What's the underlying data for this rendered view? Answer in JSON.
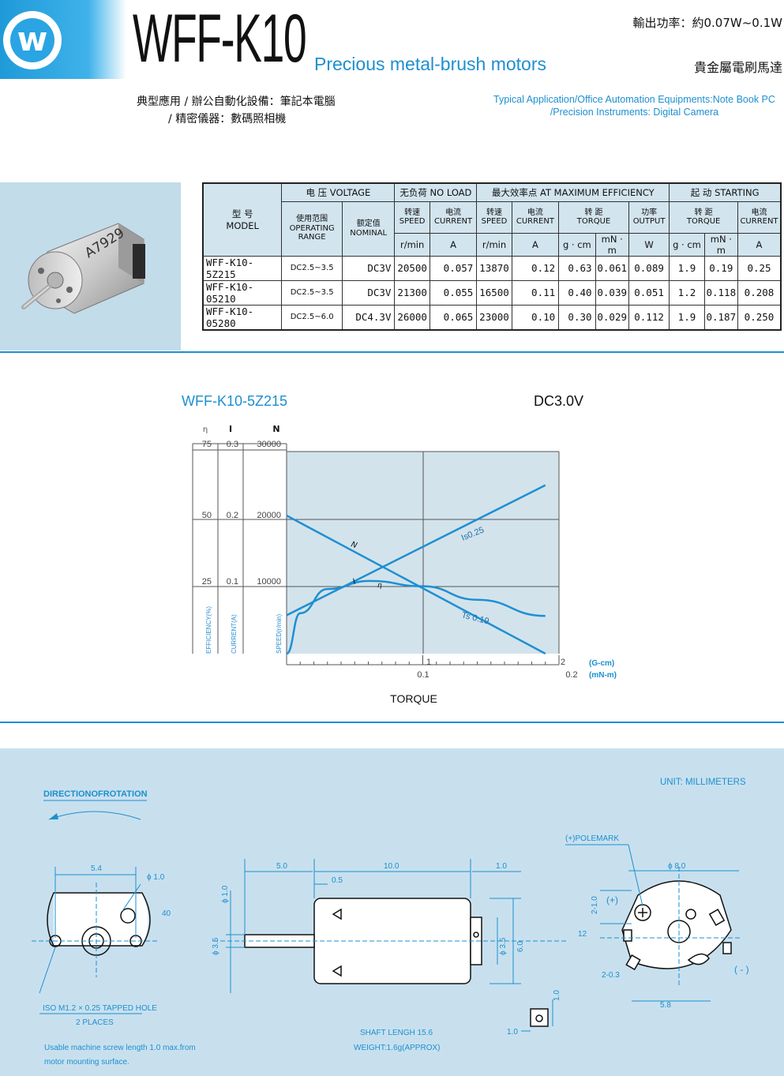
{
  "header": {
    "logo_letter": "w",
    "model": "WFF-K10",
    "subtitle": "Precious metal-brush motors",
    "power": "輸出功率：約0.07W~0.1W",
    "subtitle_cn": "貴金屬電刷馬達",
    "apps_cn": "典型應用 / 辦公自動化設備：筆記本電腦\n         / 精密儀器：數碼照相機",
    "apps_en_1": "Typical Application/Office Automation Equipments:Note Book PC",
    "apps_en_2": "/Precision Instruments: Digital Camera"
  },
  "photo": {
    "label": "A7929"
  },
  "table": {
    "h_model_cn": "型  号",
    "h_model_en": "MODEL",
    "h_voltage": "电 压 VOLTAGE",
    "h_noload": "无负荷 NO LOAD",
    "h_maxeff": "最大效率点 AT MAXIMUM EFFICIENCY",
    "h_starting": "起  动 STARTING",
    "h_oprange_cn": "使用范围",
    "h_oprange_en": "OPERATING RANGE",
    "h_nominal_cn": "额定值",
    "h_nominal_en": "NOMINAL",
    "h_speed_cn": "转速",
    "h_speed_en": "SPEED",
    "h_current_cn": "电流",
    "h_current_en": "CURRENT",
    "h_torque_cn": "转  距",
    "h_torque_en": "TORQUE",
    "h_output_cn": "功率",
    "h_output_en": "OUTPUT",
    "u_rmin": "r/min",
    "u_a": "A",
    "u_gcm": "g · cm",
    "u_mnm": "mN · m",
    "u_w": "W",
    "rows": [
      [
        "WFF-K10-5Z215",
        "DC2.5~3.5",
        "DC3V",
        "20500",
        "0.057",
        "13870",
        "0.12",
        "0.63",
        "0.061",
        "0.089",
        "1.9",
        "0.19",
        "0.25"
      ],
      [
        "WFF-K10-05210",
        "DC2.5~3.5",
        "DC3V",
        "21300",
        "0.055",
        "16500",
        "0.11",
        "0.40",
        "0.039",
        "0.051",
        "1.2",
        "0.118",
        "0.208"
      ],
      [
        "WFF-K10-05280",
        "DC2.5~6.0",
        "DC4.3V",
        "26000",
        "0.065",
        "23000",
        "0.10",
        "0.30",
        "0.029",
        "0.112",
        "1.9",
        "0.187",
        "0.250"
      ]
    ]
  },
  "chart": {
    "title": "WFF-K10-5Z215",
    "voltage": "DC3.0V",
    "col_eff": "η",
    "col_cur": "I",
    "col_spd": "N",
    "eff_ticks": [
      "75",
      "50",
      "25"
    ],
    "cur_ticks": [
      "0.3",
      "0.2",
      "0.1"
    ],
    "spd_ticks": [
      "30000",
      "20000",
      "10000"
    ],
    "eff_label": "EFFICIENCY(%)",
    "cur_label": "CURRENT(A)",
    "spd_label": "SPEED(r/min)",
    "x_top_ticks": [
      "1",
      "2"
    ],
    "x_bot_ticks": [
      "0.1",
      "0.2"
    ],
    "x_unit_top": "(G-cm)",
    "x_unit_bot": "(mN-m)",
    "xlabel": "TORQUE",
    "label_N": "N",
    "label_I": "I",
    "label_eta": "η",
    "label_is": "Is0.25",
    "label_ts": "Ts 0.19"
  },
  "chart_data": {
    "type": "line",
    "title": "WFF-K10-5Z215",
    "xlabel": "TORQUE",
    "x_unit": "mN-m",
    "xlim": [
      0,
      0.2
    ],
    "series": [
      {
        "name": "N",
        "axis": "SPEED(r/min)",
        "x": [
          0,
          0.19
        ],
        "y": [
          20500,
          0
        ],
        "ylim": [
          0,
          30000
        ]
      },
      {
        "name": "I",
        "axis": "CURRENT(A)",
        "x": [
          0,
          0.19
        ],
        "y": [
          0.057,
          0.25
        ],
        "ylim": [
          0,
          0.3
        ]
      },
      {
        "name": "η",
        "axis": "EFFICIENCY(%)",
        "x": [
          0,
          0.01,
          0.03,
          0.061,
          0.1,
          0.14,
          0.19
        ],
        "y": [
          0,
          15,
          24,
          27,
          25,
          20,
          14
        ],
        "ylim": [
          0,
          75
        ]
      }
    ]
  },
  "drawing": {
    "rotation": "DIRECTIONOFROTATION",
    "unit": "UNIT: MILLIMETERS",
    "pole": "(+)POLEMARK",
    "d_54": "5.4",
    "d_phi10": "ϕ 1.0",
    "d_40": "40",
    "d_50": "5.0",
    "d_100": "10.0",
    "d_10": "1.0",
    "d_05": "0.5",
    "d_phi35": "ϕ 3.5",
    "d_60": "6.0",
    "d_phi80": "ϕ 8.0",
    "d_210": "2-1.0",
    "d_12": "12",
    "d_203": "2-0.3",
    "d_58": "5.8",
    "plus": "(+)",
    "minus": "( - )",
    "screw": "ISO M1.2  × 0.25 TAPPED HOLE",
    "places": "2 PLACES",
    "shaft": "SHAFT LENGH 15.6",
    "weight": "WEIGHT:1.6g(APPROX)",
    "note1": "Usable machine screw length 1.0 max.from",
    "note2": "motor mounting surface."
  }
}
